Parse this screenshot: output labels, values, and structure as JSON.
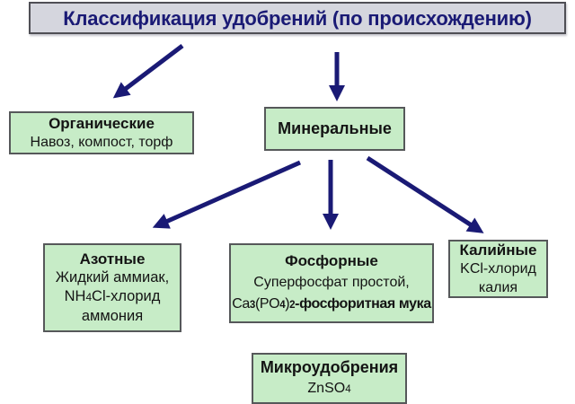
{
  "title": "Классификация удобрений (по происхождению)",
  "colors": {
    "title_box_bg": "#d5d6de",
    "title_box_border": "#4f4f55",
    "title_text": "#1a1a75",
    "node_bg": "#c7ecc7",
    "node_border": "#56585a",
    "node_text": "#141414",
    "arrow_color": "#1a1a75"
  },
  "nodes": {
    "organic": {
      "title": "Органические",
      "line1": "Навоз, компост, торф"
    },
    "mineral": {
      "title": "Минеральные"
    },
    "nitrogen": {
      "title": "Азотные",
      "line1": "Жидкий аммиак,",
      "line2": [
        {
          "t": "NH"
        },
        {
          "t": "4",
          "sub": true
        },
        {
          "t": "Cl-хлорид"
        }
      ],
      "line3": "аммония"
    },
    "phosphorus": {
      "title": "Фосфорные",
      "line1": "Суперфосфат простой,",
      "line2": [
        {
          "t": "Ca"
        },
        {
          "t": "3",
          "sub": true,
          "b": true
        },
        {
          "t": "(PO"
        },
        {
          "t": "4",
          "sub": true,
          "b": true
        },
        {
          "t": ")"
        },
        {
          "t": "2",
          "sub": true,
          "b": true
        },
        {
          "t": "-",
          "b": true
        },
        {
          "t": "фосфоритная мука",
          "b": true
        }
      ]
    },
    "potassium": {
      "title": "Калийные",
      "line1": "KCl-хлорид",
      "line2": "калия"
    },
    "micro": {
      "title": "Микроудобрения",
      "line1": [
        {
          "t": "ZnSO"
        },
        {
          "t": "4",
          "sub": true
        }
      ]
    }
  },
  "edges": [
    {
      "from": "title",
      "to": "organic"
    },
    {
      "from": "title",
      "to": "mineral"
    },
    {
      "from": "mineral",
      "to": "nitrogen"
    },
    {
      "from": "mineral",
      "to": "phosphorus"
    },
    {
      "from": "mineral",
      "to": "potassium"
    }
  ]
}
